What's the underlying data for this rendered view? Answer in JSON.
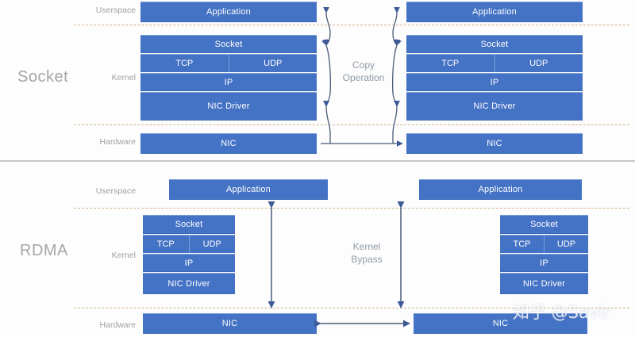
{
  "diagram": {
    "title_visible": false,
    "accent_blue": "#4472c4",
    "label_grey": "#a6a6a6",
    "dash_color": "#c9a87c"
  },
  "sections": [
    {
      "id": "socket",
      "side_label": "Socket",
      "tiers": [
        {
          "id": "userspace",
          "label": "Userspace"
        },
        {
          "id": "kernel",
          "label": "Kernel"
        },
        {
          "id": "hardware",
          "label": "Hardware"
        }
      ],
      "middle_note": "Copy\nOperation",
      "left_stack": {
        "application": "Application",
        "socket": "Socket",
        "transport_left": "TCP",
        "transport_right": "UDP",
        "ip": "IP",
        "nic_driver": "NIC Driver",
        "nic": "NIC"
      },
      "right_stack": {
        "application": "Application",
        "socket": "Socket",
        "transport_left": "TCP",
        "transport_right": "UDP",
        "ip": "IP",
        "nic_driver": "NIC Driver",
        "nic": "NIC"
      }
    },
    {
      "id": "rdma",
      "side_label": "RDMA",
      "tiers": [
        {
          "id": "userspace",
          "label": "Userspace"
        },
        {
          "id": "kernel",
          "label": "Kernel"
        },
        {
          "id": "hardware",
          "label": "Hardware"
        }
      ],
      "middle_note": "Kernel\nBypass",
      "left_stack": {
        "application": "Application",
        "socket": "Socket",
        "transport_left": "TCP",
        "transport_right": "UDP",
        "ip": "IP",
        "nic_driver": "NIC Driver",
        "nic": "NIC"
      },
      "right_stack": {
        "application": "Application",
        "socket": "Socket",
        "transport_left": "TCP",
        "transport_right": "UDP",
        "ip": "IP",
        "nic_driver": "NIC Driver",
        "nic": "NIC"
      }
    }
  ],
  "watermark": "知乎 @Savir"
}
